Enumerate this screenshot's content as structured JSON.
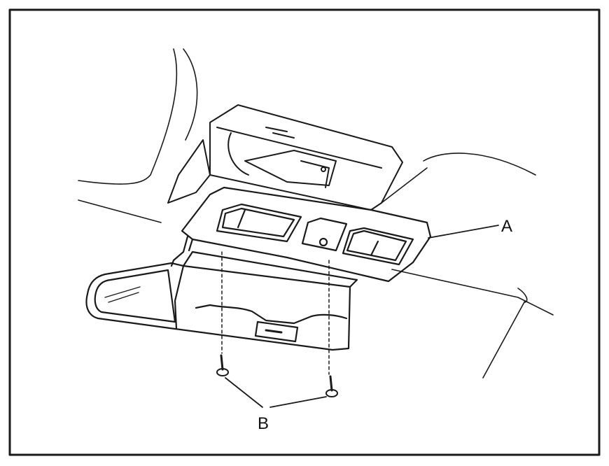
{
  "figure": {
    "callouts": {
      "a": "A",
      "b": "B"
    },
    "colors": {
      "line": "#1a1a1a",
      "background": "#ffffff"
    },
    "parts": [
      "overhead-console",
      "rearview-mirror",
      "mounting-screws"
    ]
  }
}
